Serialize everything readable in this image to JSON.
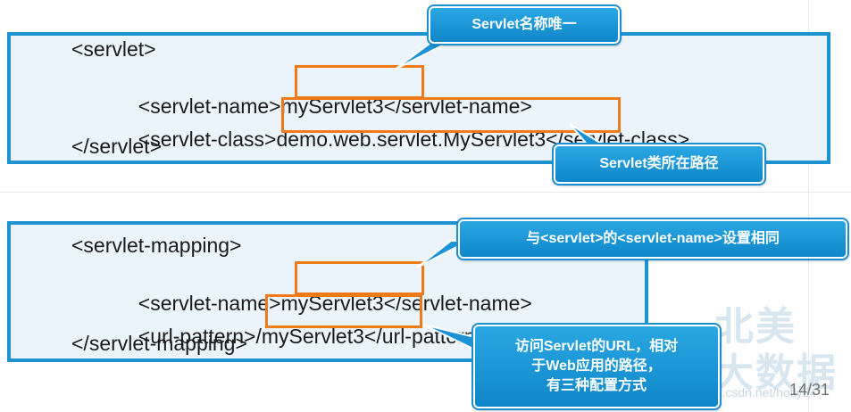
{
  "servlet_block": {
    "line1": "<servlet>",
    "line2_open": "<servlet-name>",
    "line2_value": "myServlet3",
    "line2_close": "</servlet-name>",
    "line3_open": "<servlet-class>",
    "line3_value": "demo.web.servlet.MyServlet3",
    "line3_close": "</servlet-class>",
    "line4": "</servlet>"
  },
  "mapping_block": {
    "line1": "<servlet-mapping>",
    "line2_open": "<servlet-name>",
    "line2_value": "myServlet3",
    "line2_close": "</servlet-name>",
    "line3_open": "<url-pattern>",
    "line3_value": "/myServlet3",
    "line3_close": "</url-pattern>",
    "line4": "</servlet-mapping>"
  },
  "callouts": {
    "unique_name": "Servlet名称唯一",
    "class_path": "Servlet类所在路径",
    "same_name": "与<servlet>的<servlet-name>设置相同",
    "url_line1": "访问Servlet的URL，相对",
    "url_line2": "于Web应用的路径，",
    "url_line3": "有三种配置方式"
  },
  "watermark": {
    "text_line1": "北美",
    "text_line2": "大数据",
    "url": "https://blog.csdn.net/hotly24"
  },
  "page_number": "14/31",
  "colors": {
    "box_border": "#1d93d2",
    "box_fill": "#ebf4fb",
    "highlight": "#f07a1a",
    "callout": "#1b93d6"
  }
}
